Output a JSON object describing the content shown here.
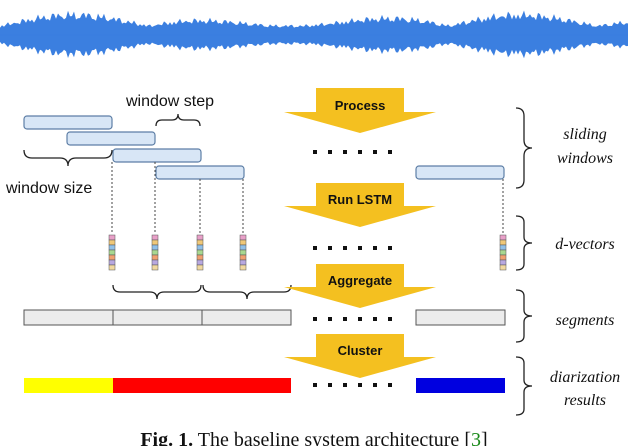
{
  "stage_arrows": {
    "process": "Process",
    "run_lstm": "Run LSTM",
    "aggregate": "Aggregate",
    "cluster": "Cluster"
  },
  "left_labels": {
    "window_step": "window step",
    "window_size": "window size"
  },
  "right_labels": {
    "sliding_windows_1": "sliding",
    "sliding_windows_2": "windows",
    "d_vectors": "d-vectors",
    "segments": "segments",
    "diarization_1": "diarization",
    "diarization_2": "results"
  },
  "caption": {
    "figure_label": "Fig. 1.",
    "text": "The baseline system architecture",
    "ref_open": "[",
    "ref_number": "3",
    "ref_close": "]"
  },
  "colors": {
    "waveform": "#3b7fe0",
    "arrow": "#f4c020",
    "window_fill": "#d8e6f6",
    "speaker_1": "#ffff00",
    "speaker_2": "#ff0000",
    "speaker_3": "#0000e0",
    "dvector_cells": [
      "#e8a0c8",
      "#f0c878",
      "#90c0e8",
      "#a8d890",
      "#f0a070",
      "#b8a8e0",
      "#f0d8a0"
    ]
  }
}
